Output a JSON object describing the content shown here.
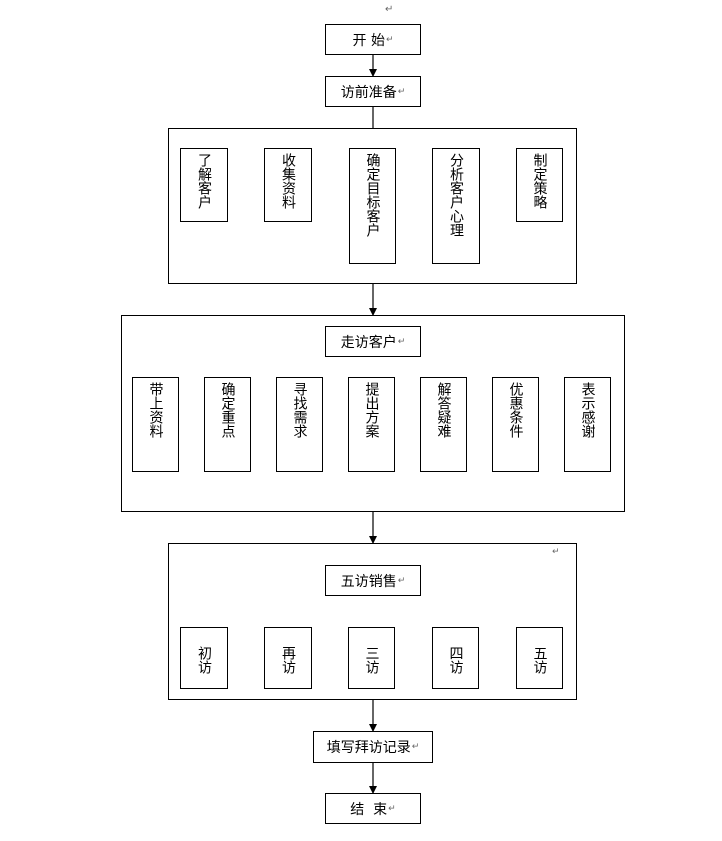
{
  "start": "开 始",
  "prep": "访前准备",
  "visit": "走访客户",
  "five": "五访销售",
  "record": "填写拜访记录",
  "end": "结  束",
  "para_mark": "↵",
  "prep_steps": [
    "了解客户",
    "收集资料",
    "确定目标客户",
    "分析客户心理",
    "制定策略"
  ],
  "visit_steps": [
    "带上资料",
    "确定重点",
    "寻找需求",
    "提出方案",
    "解答疑难",
    "优惠条件",
    "表示感谢"
  ],
  "five_steps": [
    "初访",
    "再访",
    "三访",
    "四访",
    "五访"
  ]
}
